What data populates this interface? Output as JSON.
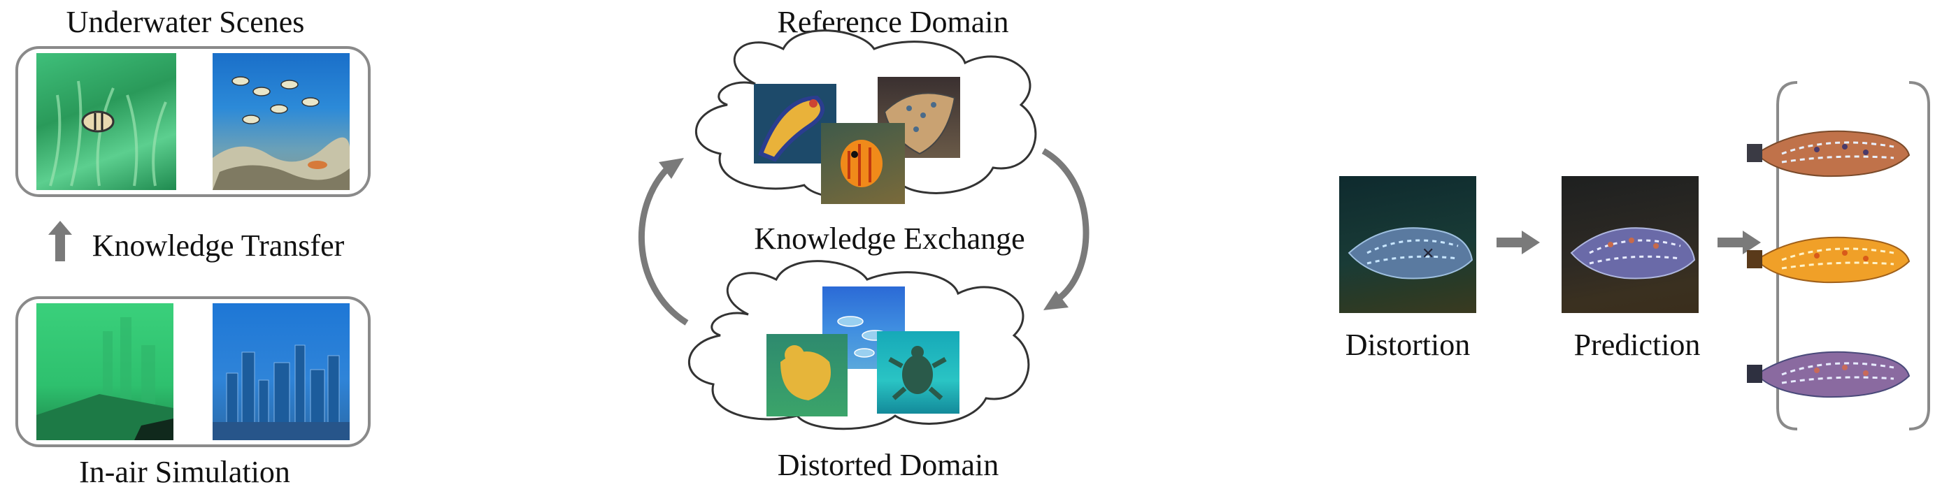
{
  "left": {
    "top_title": "Underwater Scenes",
    "transfer_label": "Knowledge Transfer",
    "bottom_title": "In-air Simulation"
  },
  "middle": {
    "reference_title": "Reference Domain",
    "exchange_label": "Knowledge Exchange",
    "distorted_title": "Distorted Domain"
  },
  "right": {
    "distortion_label": "Distortion",
    "prediction_label": "Prediction"
  },
  "colors": {
    "arrow": "#7a7a7a",
    "bracket": "#8a8a8a"
  }
}
